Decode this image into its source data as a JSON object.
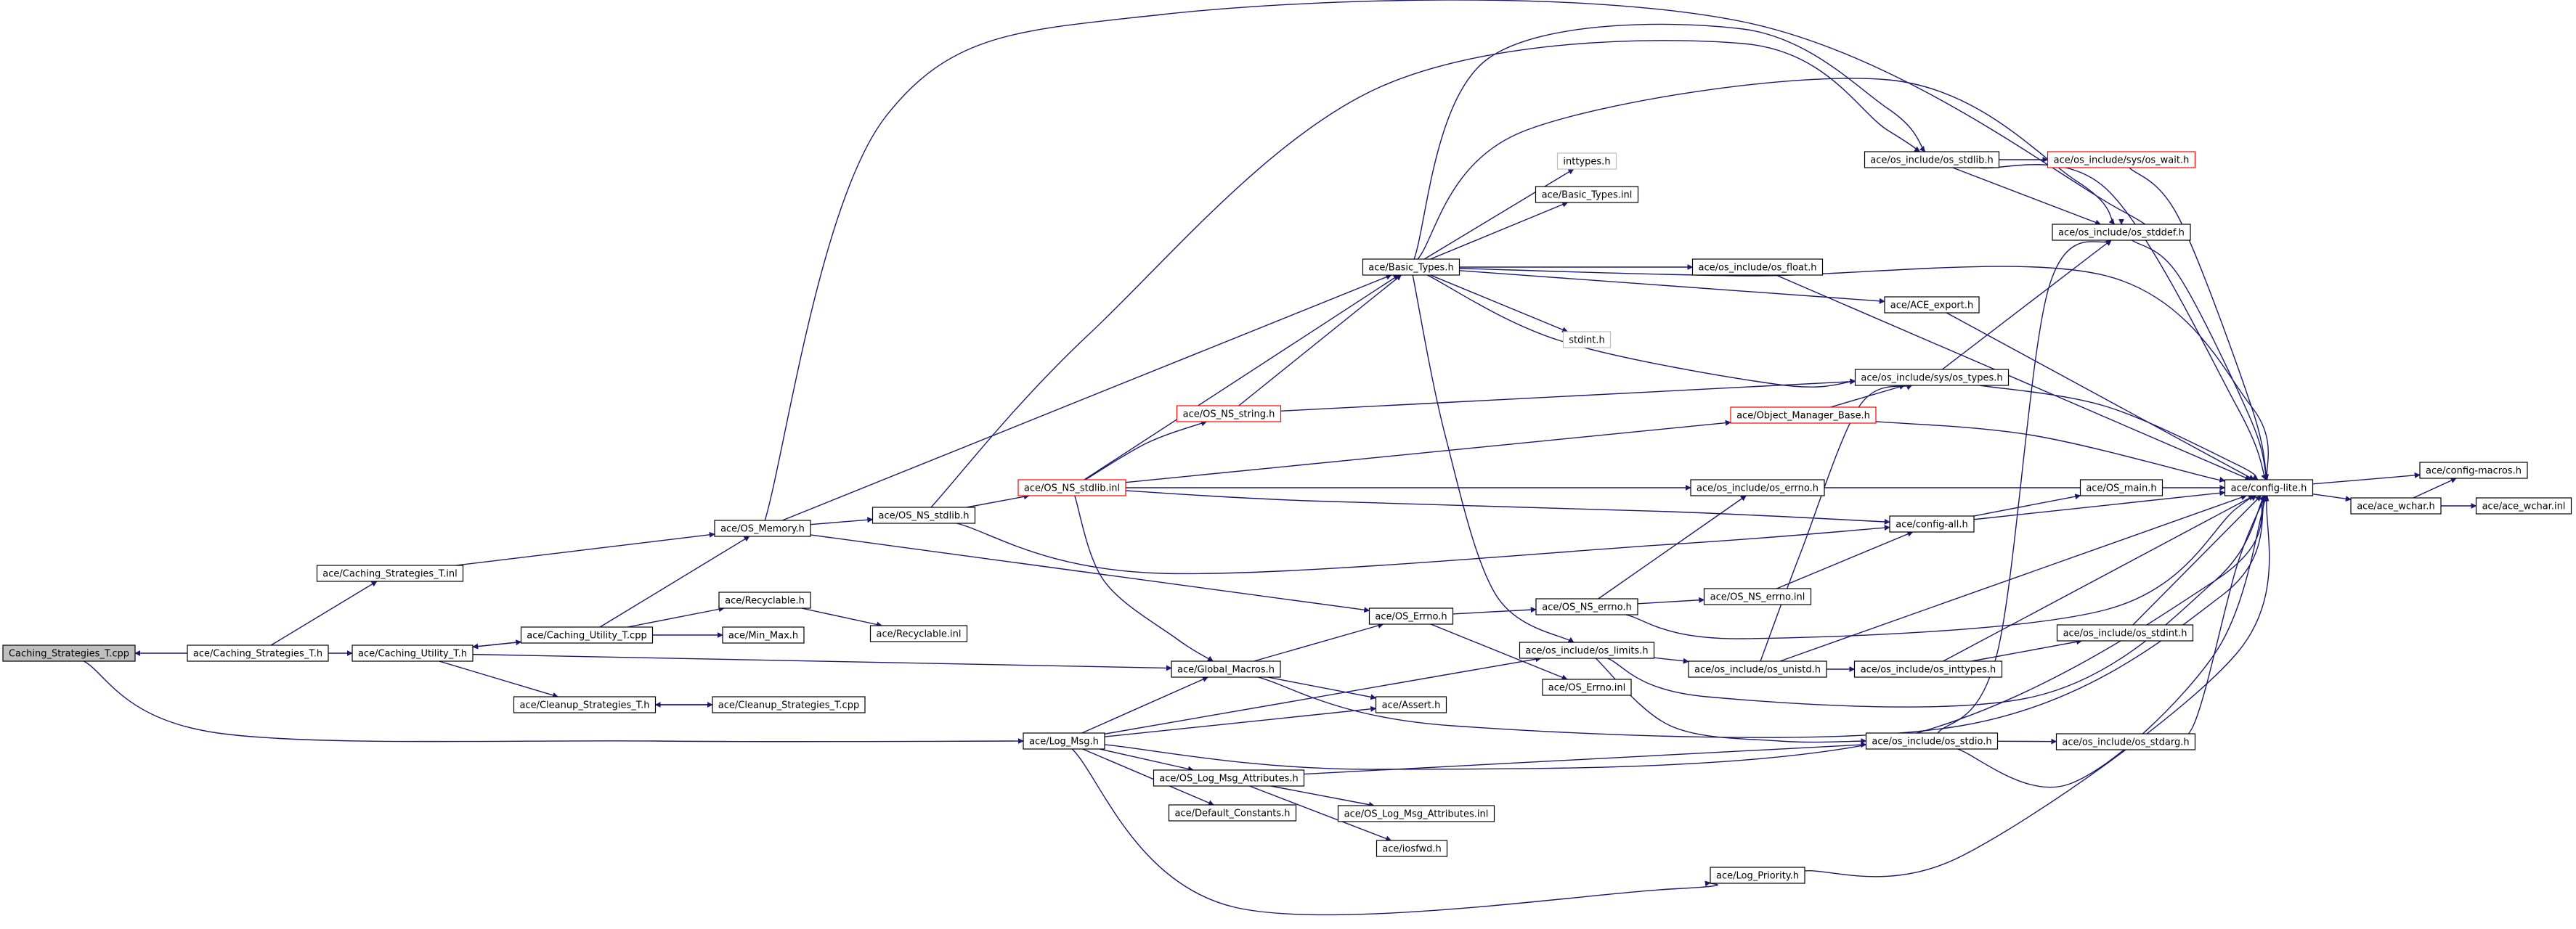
{
  "diagram": {
    "title": "",
    "colors": {
      "edge": "#191970",
      "node_border": "#000000",
      "node_fill": "#ffffff",
      "root_fill": "#bfbfbf",
      "missing_border": "#bfbfbf",
      "truncated_border": "#ff0000"
    },
    "nodes": [
      {
        "id": "n0",
        "label": "Caching_Strategies_T.cpp",
        "style": "root"
      },
      {
        "id": "n1",
        "label": "ace/Caching_Strategies_T.h",
        "style": "normal"
      },
      {
        "id": "n2",
        "label": "ace/Caching_Strategies_T.inl",
        "style": "normal"
      },
      {
        "id": "n3",
        "label": "ace/Caching_Utility_T.h",
        "style": "normal"
      },
      {
        "id": "n4",
        "label": "ace/Caching_Utility_T.cpp",
        "style": "normal"
      },
      {
        "id": "n5",
        "label": "ace/Recyclable.h",
        "style": "normal"
      },
      {
        "id": "n6",
        "label": "ace/Recyclable.inl",
        "style": "normal"
      },
      {
        "id": "n7",
        "label": "ace/Min_Max.h",
        "style": "normal"
      },
      {
        "id": "n8",
        "label": "ace/Cleanup_Strategies_T.h",
        "style": "normal"
      },
      {
        "id": "n9",
        "label": "ace/Cleanup_Strategies_T.cpp",
        "style": "normal"
      },
      {
        "id": "n10",
        "label": "ace/OS_Memory.h",
        "style": "normal"
      },
      {
        "id": "n11",
        "label": "ace/OS_NS_stdlib.h",
        "style": "normal"
      },
      {
        "id": "n12",
        "label": "ace/OS_NS_stdlib.inl",
        "style": "truncated"
      },
      {
        "id": "n13",
        "label": "ace/OS_NS_string.h",
        "style": "truncated"
      },
      {
        "id": "n14",
        "label": "ace/Global_Macros.h",
        "style": "normal"
      },
      {
        "id": "n15",
        "label": "ace/Assert.h",
        "style": "normal"
      },
      {
        "id": "n16",
        "label": "ace/OS_Errno.h",
        "style": "normal"
      },
      {
        "id": "n17",
        "label": "ace/OS_Errno.inl",
        "style": "normal"
      },
      {
        "id": "n18",
        "label": "ace/Log_Msg.h",
        "style": "normal"
      },
      {
        "id": "n19",
        "label": "ace/OS_Log_Msg_Attributes.h",
        "style": "normal"
      },
      {
        "id": "n20",
        "label": "ace/OS_Log_Msg_Attributes.inl",
        "style": "normal"
      },
      {
        "id": "n21",
        "label": "ace/iosfwd.h",
        "style": "normal"
      },
      {
        "id": "n22",
        "label": "ace/Default_Constants.h",
        "style": "normal"
      },
      {
        "id": "n23",
        "label": "ace/Basic_Types.h",
        "style": "normal"
      },
      {
        "id": "n24",
        "label": "inttypes.h",
        "style": "missing"
      },
      {
        "id": "n25",
        "label": "ace/Basic_Types.inl",
        "style": "normal"
      },
      {
        "id": "n26",
        "label": "stdint.h",
        "style": "missing"
      },
      {
        "id": "n27",
        "label": "ace/os_include/os_float.h",
        "style": "normal"
      },
      {
        "id": "n28",
        "label": "ace/ACE_export.h",
        "style": "normal"
      },
      {
        "id": "n29",
        "label": "ace/Object_Manager_Base.h",
        "style": "truncated"
      },
      {
        "id": "n30",
        "label": "ace/os_include/os_errno.h",
        "style": "normal"
      },
      {
        "id": "n31",
        "label": "ace/OS_NS_errno.h",
        "style": "normal"
      },
      {
        "id": "n32",
        "label": "ace/OS_NS_errno.inl",
        "style": "normal"
      },
      {
        "id": "n33",
        "label": "ace/os_include/os_limits.h",
        "style": "normal"
      },
      {
        "id": "n34",
        "label": "ace/os_include/os_unistd.h",
        "style": "normal"
      },
      {
        "id": "n35",
        "label": "ace/os_include/os_inttypes.h",
        "style": "normal"
      },
      {
        "id": "n36",
        "label": "ace/os_include/os_stdint.h",
        "style": "normal"
      },
      {
        "id": "n37",
        "label": "ace/os_include/os_stdio.h",
        "style": "normal"
      },
      {
        "id": "n38",
        "label": "ace/os_include/os_stdarg.h",
        "style": "normal"
      },
      {
        "id": "n39",
        "label": "ace/Log_Priority.h",
        "style": "normal"
      },
      {
        "id": "n40",
        "label": "ace/os_include/os_stdlib.h",
        "style": "normal"
      },
      {
        "id": "n41",
        "label": "ace/os_include/sys/os_wait.h",
        "style": "truncated"
      },
      {
        "id": "n42",
        "label": "ace/os_include/os_stddef.h",
        "style": "normal"
      },
      {
        "id": "n43",
        "label": "ace/os_include/sys/os_types.h",
        "style": "normal"
      },
      {
        "id": "n44",
        "label": "ace/config-all.h",
        "style": "normal"
      },
      {
        "id": "n45",
        "label": "ace/OS_main.h",
        "style": "normal"
      },
      {
        "id": "n46",
        "label": "ace/config-lite.h",
        "style": "normal"
      },
      {
        "id": "n47",
        "label": "ace/ace_wchar.h",
        "style": "normal"
      },
      {
        "id": "n48",
        "label": "ace/config-macros.h",
        "style": "normal"
      },
      {
        "id": "n49",
        "label": "ace/ace_wchar.inl",
        "style": "normal"
      }
    ],
    "edges": [
      {
        "from": "n1",
        "to": "n0"
      },
      {
        "from": "n1",
        "to": "n2"
      },
      {
        "from": "n1",
        "to": "n3"
      },
      {
        "from": "n0",
        "to": "n18"
      },
      {
        "from": "n2",
        "to": "n10"
      },
      {
        "from": "n3",
        "to": "n4"
      },
      {
        "from": "n4",
        "to": "n3"
      },
      {
        "from": "n3",
        "to": "n8"
      },
      {
        "from": "n3",
        "to": "n14"
      },
      {
        "from": "n4",
        "to": "n10"
      },
      {
        "from": "n4",
        "to": "n5"
      },
      {
        "from": "n4",
        "to": "n7"
      },
      {
        "from": "n5",
        "to": "n6"
      },
      {
        "from": "n8",
        "to": "n9"
      },
      {
        "from": "n9",
        "to": "n8"
      },
      {
        "from": "n10",
        "to": "n11"
      },
      {
        "from": "n10",
        "to": "n23"
      },
      {
        "from": "n10",
        "to": "n16"
      },
      {
        "from": "n10",
        "to": "n42"
      },
      {
        "from": "n11",
        "to": "n12"
      },
      {
        "from": "n11",
        "to": "n40"
      },
      {
        "from": "n11",
        "to": "n44"
      },
      {
        "from": "n12",
        "to": "n13"
      },
      {
        "from": "n12",
        "to": "n23"
      },
      {
        "from": "n12",
        "to": "n29"
      },
      {
        "from": "n12",
        "to": "n30"
      },
      {
        "from": "n12",
        "to": "n44"
      },
      {
        "from": "n12",
        "to": "n14"
      },
      {
        "from": "n13",
        "to": "n23"
      },
      {
        "from": "n13",
        "to": "n43"
      },
      {
        "from": "n14",
        "to": "n16"
      },
      {
        "from": "n14",
        "to": "n15"
      },
      {
        "from": "n14",
        "to": "n46"
      },
      {
        "from": "n16",
        "to": "n31"
      },
      {
        "from": "n16",
        "to": "n17"
      },
      {
        "from": "n31",
        "to": "n30"
      },
      {
        "from": "n31",
        "to": "n32"
      },
      {
        "from": "n31",
        "to": "n46"
      },
      {
        "from": "n32",
        "to": "n44"
      },
      {
        "from": "n18",
        "to": "n14"
      },
      {
        "from": "n18",
        "to": "n15"
      },
      {
        "from": "n18",
        "to": "n33"
      },
      {
        "from": "n18",
        "to": "n19"
      },
      {
        "from": "n18",
        "to": "n22"
      },
      {
        "from": "n18",
        "to": "n39"
      },
      {
        "from": "n18",
        "to": "n46"
      },
      {
        "from": "n19",
        "to": "n20"
      },
      {
        "from": "n19",
        "to": "n21"
      },
      {
        "from": "n19",
        "to": "n37"
      },
      {
        "from": "n23",
        "to": "n24"
      },
      {
        "from": "n23",
        "to": "n25"
      },
      {
        "from": "n23",
        "to": "n26"
      },
      {
        "from": "n23",
        "to": "n27"
      },
      {
        "from": "n23",
        "to": "n28"
      },
      {
        "from": "n23",
        "to": "n40"
      },
      {
        "from": "n23",
        "to": "n42"
      },
      {
        "from": "n23",
        "to": "n43"
      },
      {
        "from": "n23",
        "to": "n33"
      },
      {
        "from": "n23",
        "to": "n46"
      },
      {
        "from": "n27",
        "to": "n46"
      },
      {
        "from": "n28",
        "to": "n46"
      },
      {
        "from": "n29",
        "to": "n43"
      },
      {
        "from": "n29",
        "to": "n46"
      },
      {
        "from": "n30",
        "to": "n46"
      },
      {
        "from": "n33",
        "to": "n34"
      },
      {
        "from": "n33",
        "to": "n46"
      },
      {
        "from": "n33",
        "to": "n37"
      },
      {
        "from": "n34",
        "to": "n43"
      },
      {
        "from": "n34",
        "to": "n35"
      },
      {
        "from": "n34",
        "to": "n46"
      },
      {
        "from": "n35",
        "to": "n36"
      },
      {
        "from": "n35",
        "to": "n46"
      },
      {
        "from": "n36",
        "to": "n46"
      },
      {
        "from": "n37",
        "to": "n38"
      },
      {
        "from": "n37",
        "to": "n42"
      },
      {
        "from": "n37",
        "to": "n46"
      },
      {
        "from": "n38",
        "to": "n46"
      },
      {
        "from": "n39",
        "to": "n46"
      },
      {
        "from": "n40",
        "to": "n41"
      },
      {
        "from": "n40",
        "to": "n42"
      },
      {
        "from": "n40",
        "to": "n46"
      },
      {
        "from": "n41",
        "to": "n46"
      },
      {
        "from": "n42",
        "to": "n46"
      },
      {
        "from": "n43",
        "to": "n42"
      },
      {
        "from": "n43",
        "to": "n46"
      },
      {
        "from": "n44",
        "to": "n45"
      },
      {
        "from": "n44",
        "to": "n46"
      },
      {
        "from": "n46",
        "to": "n47"
      },
      {
        "from": "n46",
        "to": "n48"
      },
      {
        "from": "n47",
        "to": "n48"
      },
      {
        "from": "n47",
        "to": "n49"
      }
    ]
  }
}
